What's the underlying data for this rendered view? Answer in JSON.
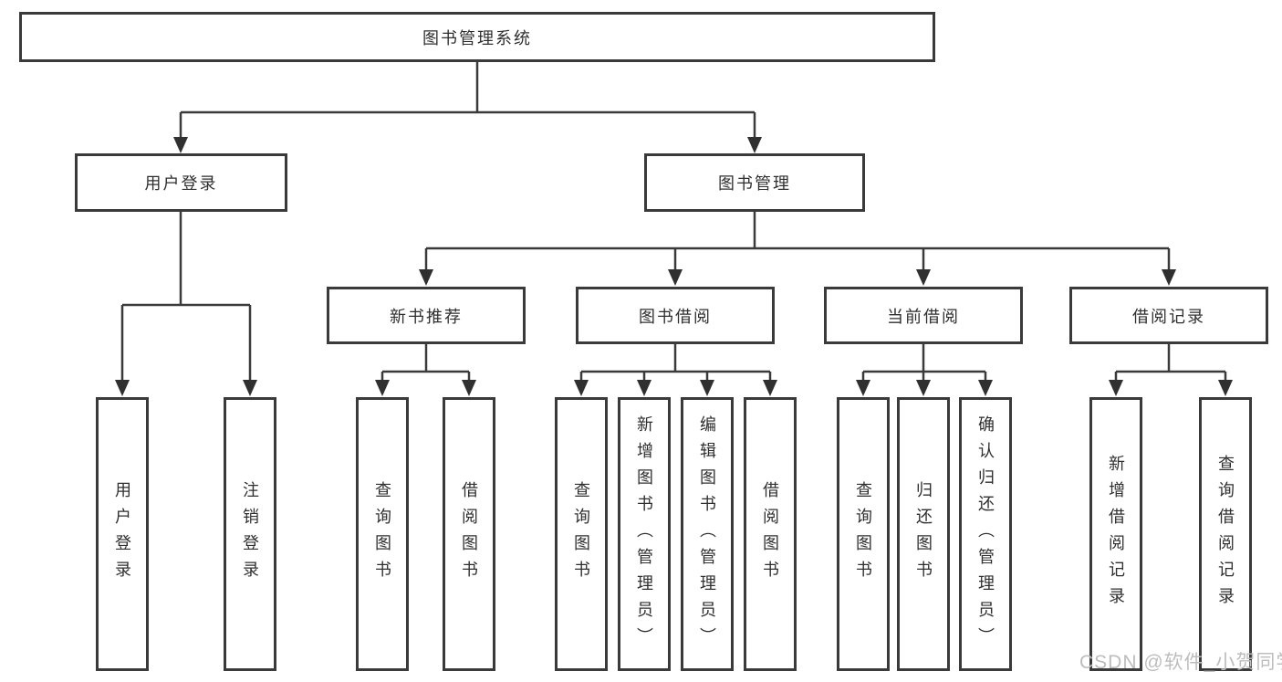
{
  "tree": {
    "root": "图书管理系统",
    "branches": [
      {
        "label": "用户登录",
        "children": [
          "用户登录",
          "注销登录"
        ]
      },
      {
        "label": "图书管理",
        "groups": [
          {
            "label": "新书推荐",
            "children": [
              "查询图书",
              "借阅图书"
            ]
          },
          {
            "label": "图书借阅",
            "children": [
              "查询图书",
              "新增图书（管理员）",
              "编辑图书（管理员）",
              "借阅图书"
            ]
          },
          {
            "label": "当前借阅",
            "children": [
              "查询图书",
              "归还图书",
              "确认归还（管理员）"
            ]
          },
          {
            "label": "借阅记录",
            "children": [
              "新增借阅记录",
              "查询借阅记录"
            ]
          }
        ]
      }
    ]
  },
  "watermark": {
    "text": "CSDN @软件_小贺同学"
  },
  "colors": {
    "line": "#3a3a3a",
    "text": "#2f2f2f",
    "watermark": "#bdbdbd",
    "background": "#ffffff"
  }
}
